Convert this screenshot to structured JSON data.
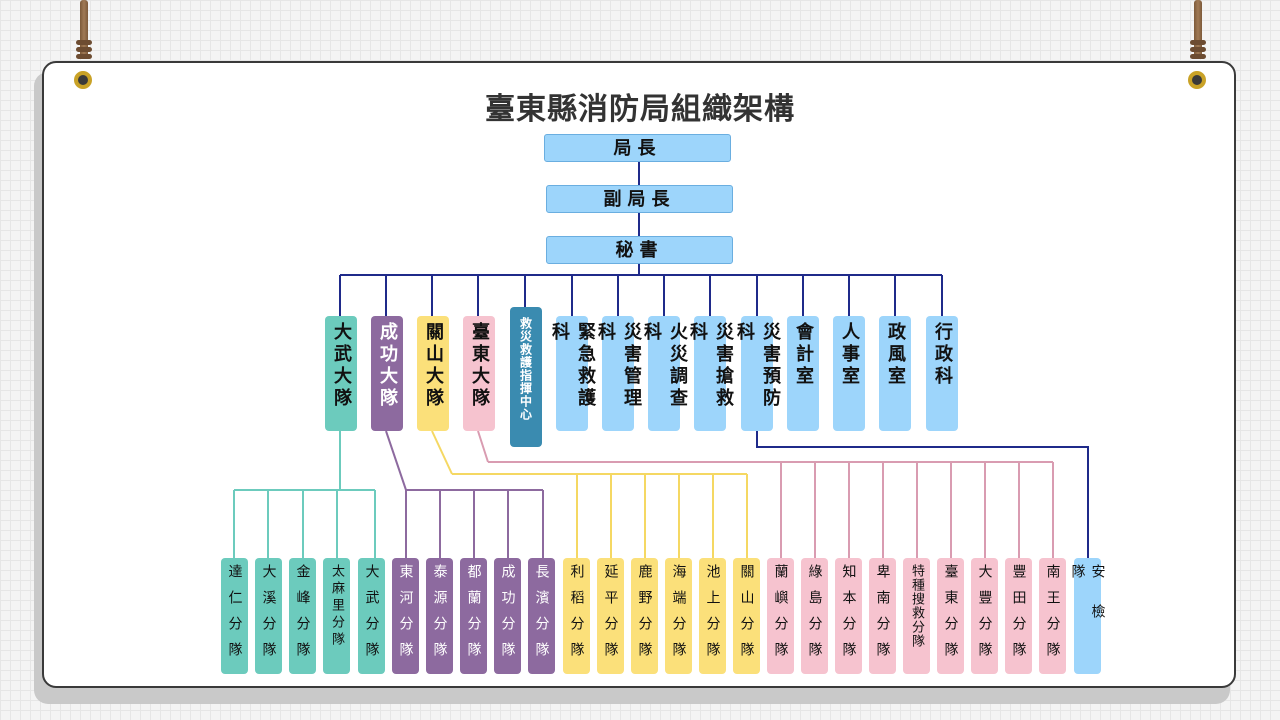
{
  "title": "臺東縣消防局組織架構",
  "colors": {
    "lightblue": "#9dd5fb",
    "teal": "#6ccbbd",
    "purple": "#8d6a9f",
    "yellow": "#fbe07a",
    "pink": "#f6c3cf",
    "darkblue": "#3a8bb0",
    "navy": "#1f2a8a"
  },
  "top_chain": [
    "局長",
    "副局長",
    "秘書"
  ],
  "brigades": [
    "大武大隊",
    "成功大隊",
    "關山大隊",
    "臺東大隊"
  ],
  "center": "救災救護指揮中心",
  "sections": [
    "緊急救護科",
    "災害管理科",
    "火災調查科",
    "災害搶救科",
    "災害預防科"
  ],
  "offices": [
    "會計室",
    "人事室",
    "政風室",
    "行政科"
  ],
  "squads": {
    "dawu": [
      "達仁分隊",
      "大溪分隊",
      "金峰分隊",
      "太麻里分隊",
      "大武分隊"
    ],
    "chenggong": [
      "東河分隊",
      "泰源分隊",
      "都蘭分隊",
      "成功分隊",
      "長濱分隊"
    ],
    "guanshan": [
      "利稻分隊",
      "延平分隊",
      "鹿野分隊",
      "海端分隊",
      "池上分隊",
      "關山分隊"
    ],
    "taitung": [
      "蘭嶼分隊",
      "綠島分隊",
      "知本分隊",
      "卑南分隊",
      "特種搜救分隊",
      "臺東分隊",
      "大豐分隊",
      "豐田分隊",
      "南王分隊"
    ],
    "safety": "安檢隊"
  }
}
